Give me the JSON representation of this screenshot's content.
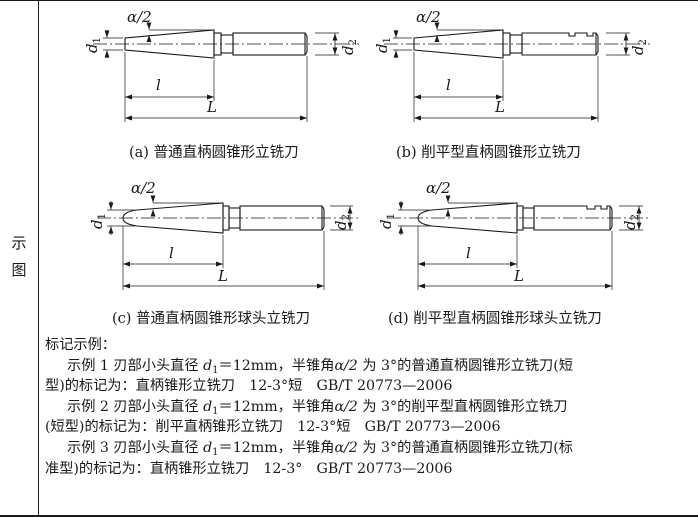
{
  "row_label": {
    "chars": [
      "示",
      "图"
    ]
  },
  "figure": {
    "labels": {
      "alpha_half": "α/2",
      "d1_letter": "d",
      "d1_sub": "1",
      "d2_letter": "d",
      "d2_sub": "2",
      "l": "l",
      "L": "L"
    },
    "captions": [
      "(a) 普通直柄圆锥形立铣刀",
      "(b) 削平型直柄圆锥形立铣刀",
      "(c) 普通直柄圆锥形球头立铣刀",
      "(d) 削平型直柄圆锥形球头立铣刀"
    ]
  },
  "notes": {
    "heading": "标记示例：",
    "ex1": {
      "pre": "示例 1 刃部小头直径 ",
      "var": "d",
      "sub": "1",
      "mid": "＝12mm，半锥角",
      "angle": "α/2",
      "post": " 为 3°的普通直柄圆锥形立铣刀(短",
      "line2": "型)的标记为：直柄锥形立铣刀　12-3°短　GB/T 20773—2006"
    },
    "ex2": {
      "pre": "示例 2 刃部小头直径 ",
      "var": "d",
      "sub": "1",
      "mid": "＝12mm，半锥角",
      "angle": "α/2",
      "post": " 为 3°的削平型直柄圆锥形立铣刀",
      "line2": "(短型)的标记为：削平直柄锥形立铣刀　12-3°短　GB/T 20773—2006"
    },
    "ex3": {
      "pre": "示例 3 刃部小头直径 ",
      "var": "d",
      "sub": "1",
      "mid": "＝12mm，半锥角",
      "angle": "α/2",
      "post": " 为 3°的普通直柄圆锥形立铣刀(标",
      "line2": "准型)的标记为：直柄锥形立铣刀　12-3°　GB/T 20773—2006"
    }
  }
}
